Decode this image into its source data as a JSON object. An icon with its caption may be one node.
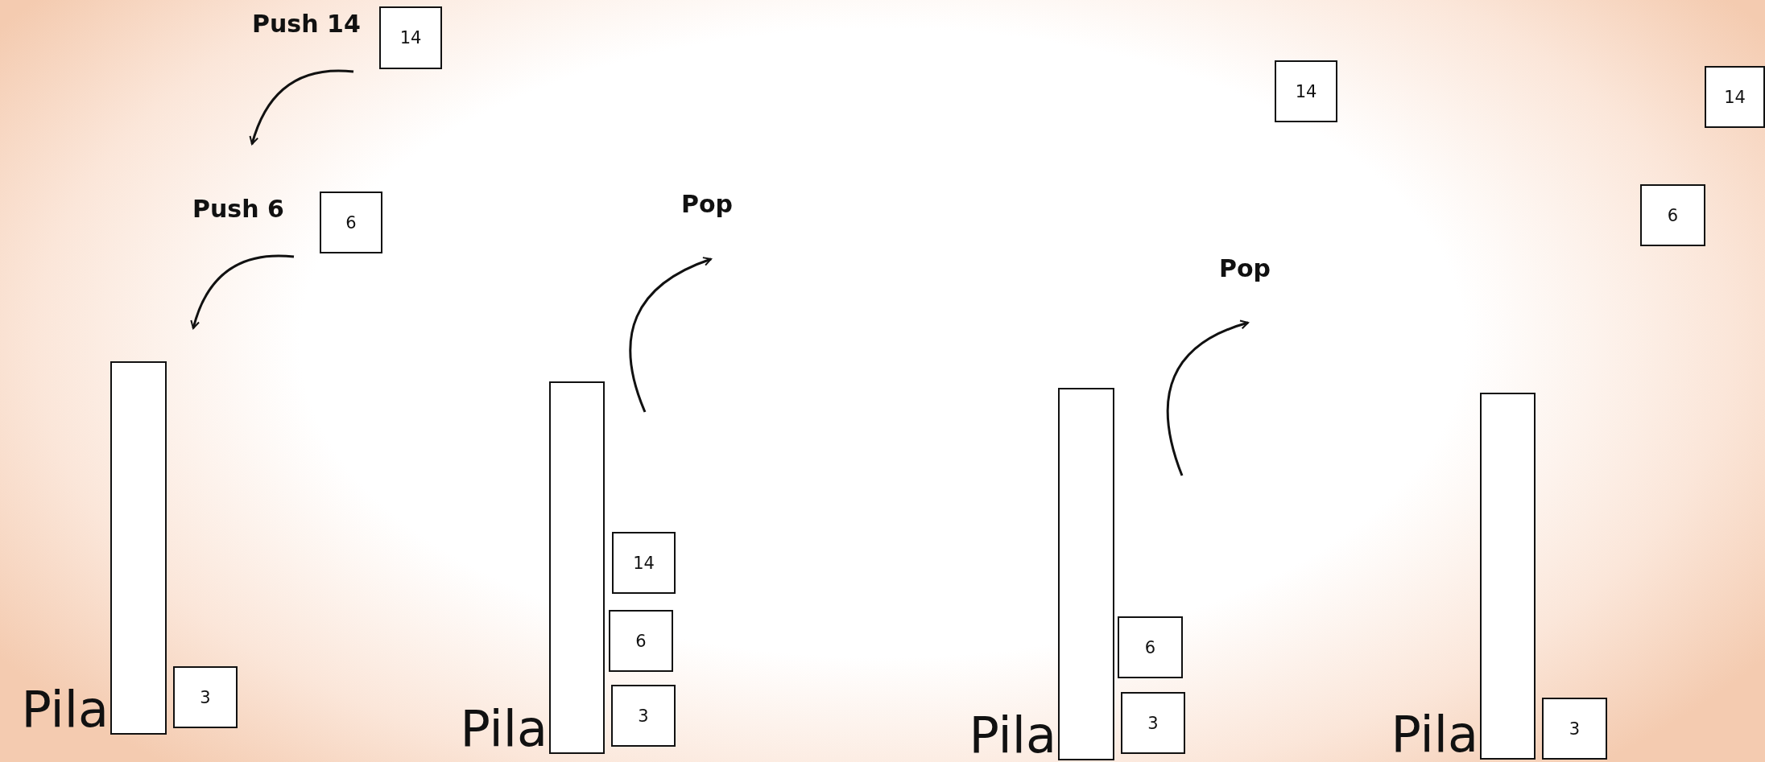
{
  "diagram": {
    "nodes": [
      {
        "text": [
          "14"
        ]
      },
      {
        "text": [
          "6"
        ]
      },
      {
        "text": [],
        "shape": "bar",
        "beside": [
          "Pila"
        ]
      },
      {
        "text": [
          "3"
        ]
      },
      {
        "text": [],
        "shape": "bar",
        "beside": [
          "Pila"
        ]
      },
      {
        "text": [
          "14"
        ]
      },
      {
        "text": [
          "6"
        ]
      },
      {
        "text": [
          "3"
        ]
      },
      {
        "text": [
          "14"
        ]
      },
      {
        "text": [],
        "shape": "bar",
        "beside": [
          "Pila"
        ]
      },
      {
        "text": [
          "6"
        ]
      },
      {
        "text": [
          "3"
        ]
      },
      {
        "text": [
          "14"
        ]
      },
      {
        "text": [
          "6"
        ]
      },
      {
        "text": [],
        "shape": "bar",
        "beside": [
          "Pila"
        ]
      },
      {
        "text": [
          "3"
        ]
      }
    ],
    "edges": [],
    "labels": [
      "Push 14",
      "Push 6",
      "Pop",
      "Pop"
    ]
  }
}
